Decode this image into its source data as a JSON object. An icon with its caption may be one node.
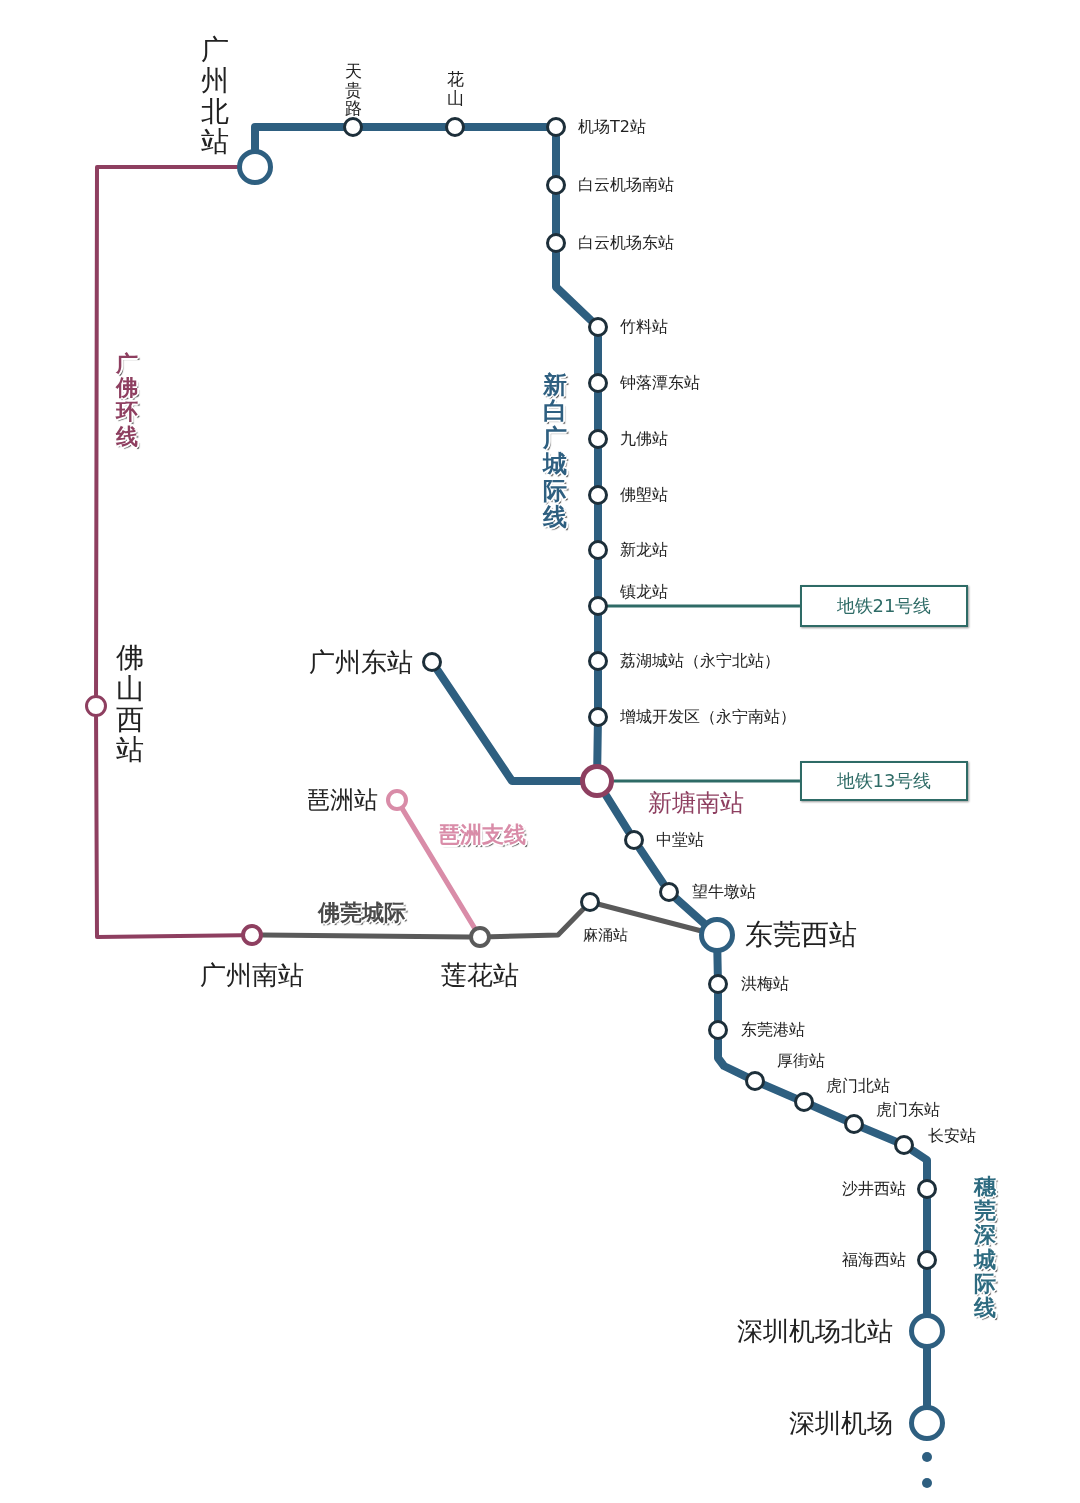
{
  "diagram": {
    "nodes": [
      {
        "text": [
          "广州北站"
        ]
      },
      {
        "text": [
          "天贵路"
        ]
      },
      {
        "text": [
          "花山"
        ]
      },
      {
        "text": [
          "机场T2站"
        ]
      },
      {
        "text": [
          "白云机场南站"
        ]
      },
      {
        "text": [
          "白云机场东站"
        ]
      },
      {
        "text": [
          "竹料站"
        ]
      },
      {
        "text": [
          "钟落潭东站"
        ]
      },
      {
        "text": [
          "九佛站"
        ]
      },
      {
        "text": [
          "佛塱站"
        ]
      },
      {
        "text": [
          "新龙站"
        ]
      },
      {
        "text": [
          "镇龙站"
        ]
      },
      {
        "text": [
          "荔湖城站（永宁北站）"
        ]
      },
      {
        "text": [
          "增城开发区（永宁南站）"
        ]
      },
      {
        "text": [
          "新塘南站"
        ]
      },
      {
        "text": [
          "中堂站"
        ]
      },
      {
        "text": [
          "望牛墩站"
        ]
      },
      {
        "text": [
          "东莞西站"
        ]
      },
      {
        "text": [
          "洪梅站"
        ]
      },
      {
        "text": [
          "东莞港站"
        ]
      },
      {
        "text": [
          "厚街站"
        ]
      },
      {
        "text": [
          "虎门北站"
        ]
      },
      {
        "text": [
          "虎门东站"
        ]
      },
      {
        "text": [
          "长安站"
        ]
      },
      {
        "text": [
          "沙井西站"
        ]
      },
      {
        "text": [
          "福海西站"
        ]
      },
      {
        "text": [
          "深圳机场北站"
        ]
      },
      {
        "text": [
          "深圳机场"
        ]
      },
      {
        "text": [
          "广州东站"
        ]
      },
      {
        "text": [
          "琶洲站"
        ]
      },
      {
        "text": [
          "佛山西站"
        ]
      },
      {
        "text": [
          "广州南站"
        ]
      },
      {
        "text": [
          "莲花站"
        ]
      },
      {
        "text": [
          "麻涌站"
        ]
      },
      {
        "text": [
          "地铁21号线"
        ]
      },
      {
        "text": [
          "地铁13号线"
        ]
      }
    ],
    "edges": [
      {
        "from": 0,
        "to": 1,
        "arrow": "none"
      },
      {
        "from": 1,
        "to": 2,
        "arrow": "none"
      },
      {
        "from": 2,
        "to": 3,
        "arrow": "none"
      },
      {
        "from": 3,
        "to": 4,
        "arrow": "none"
      },
      {
        "from": 4,
        "to": 5,
        "arrow": "none"
      },
      {
        "from": 5,
        "to": 6,
        "arrow": "none"
      },
      {
        "from": 6,
        "to": 7,
        "arrow": "none"
      },
      {
        "from": 7,
        "to": 8,
        "arrow": "none"
      },
      {
        "from": 8,
        "to": 9,
        "arrow": "none"
      },
      {
        "from": 9,
        "to": 10,
        "arrow": "none"
      },
      {
        "from": 10,
        "to": 11,
        "arrow": "none"
      },
      {
        "from": 11,
        "to": 12,
        "arrow": "none"
      },
      {
        "from": 12,
        "to": 13,
        "arrow": "none"
      },
      {
        "from": 13,
        "to": 14,
        "arrow": "none"
      },
      {
        "from": 14,
        "to": 15,
        "arrow": "none"
      },
      {
        "from": 15,
        "to": 16,
        "arrow": "none"
      },
      {
        "from": 16,
        "to": 17,
        "arrow": "none"
      },
      {
        "from": 17,
        "to": 18,
        "arrow": "none"
      },
      {
        "from": 18,
        "to": 19,
        "arrow": "none"
      },
      {
        "from": 19,
        "to": 20,
        "arrow": "none"
      },
      {
        "from": 20,
        "to": 21,
        "arrow": "none"
      },
      {
        "from": 21,
        "to": 22,
        "arrow": "none"
      },
      {
        "from": 22,
        "to": 23,
        "arrow": "none"
      },
      {
        "from": 23,
        "to": 24,
        "arrow": "none"
      },
      {
        "from": 24,
        "to": 25,
        "arrow": "none"
      },
      {
        "from": 25,
        "to": 26,
        "arrow": "none"
      },
      {
        "from": 26,
        "to": 27,
        "arrow": "none"
      },
      {
        "from": 28,
        "to": 14,
        "arrow": "none"
      },
      {
        "from": 0,
        "to": 30,
        "arrow": "none",
        "color": "#8e3f60"
      },
      {
        "from": 30,
        "to": 31,
        "arrow": "none",
        "color": "#8e3f60"
      },
      {
        "from": 31,
        "to": 32,
        "arrow": "none",
        "color": "#5a5a5a"
      },
      {
        "from": 32,
        "to": 33,
        "arrow": "none",
        "color": "#5a5a5a"
      },
      {
        "from": 33,
        "to": 17,
        "arrow": "none",
        "color": "#5a5a5a"
      },
      {
        "from": 29,
        "to": 32,
        "arrow": "none",
        "color": "#d98ca8"
      },
      {
        "from": 11,
        "to": 34,
        "arrow": "none",
        "color": "#2e6b66"
      },
      {
        "from": 14,
        "to": 35,
        "arrow": "none",
        "color": "#2e6b66"
      }
    ],
    "labels": [
      "广佛环线",
      "新白广城际线",
      "琶洲支线",
      "佛莞城际",
      "穗莞深城际线"
    ]
  }
}
